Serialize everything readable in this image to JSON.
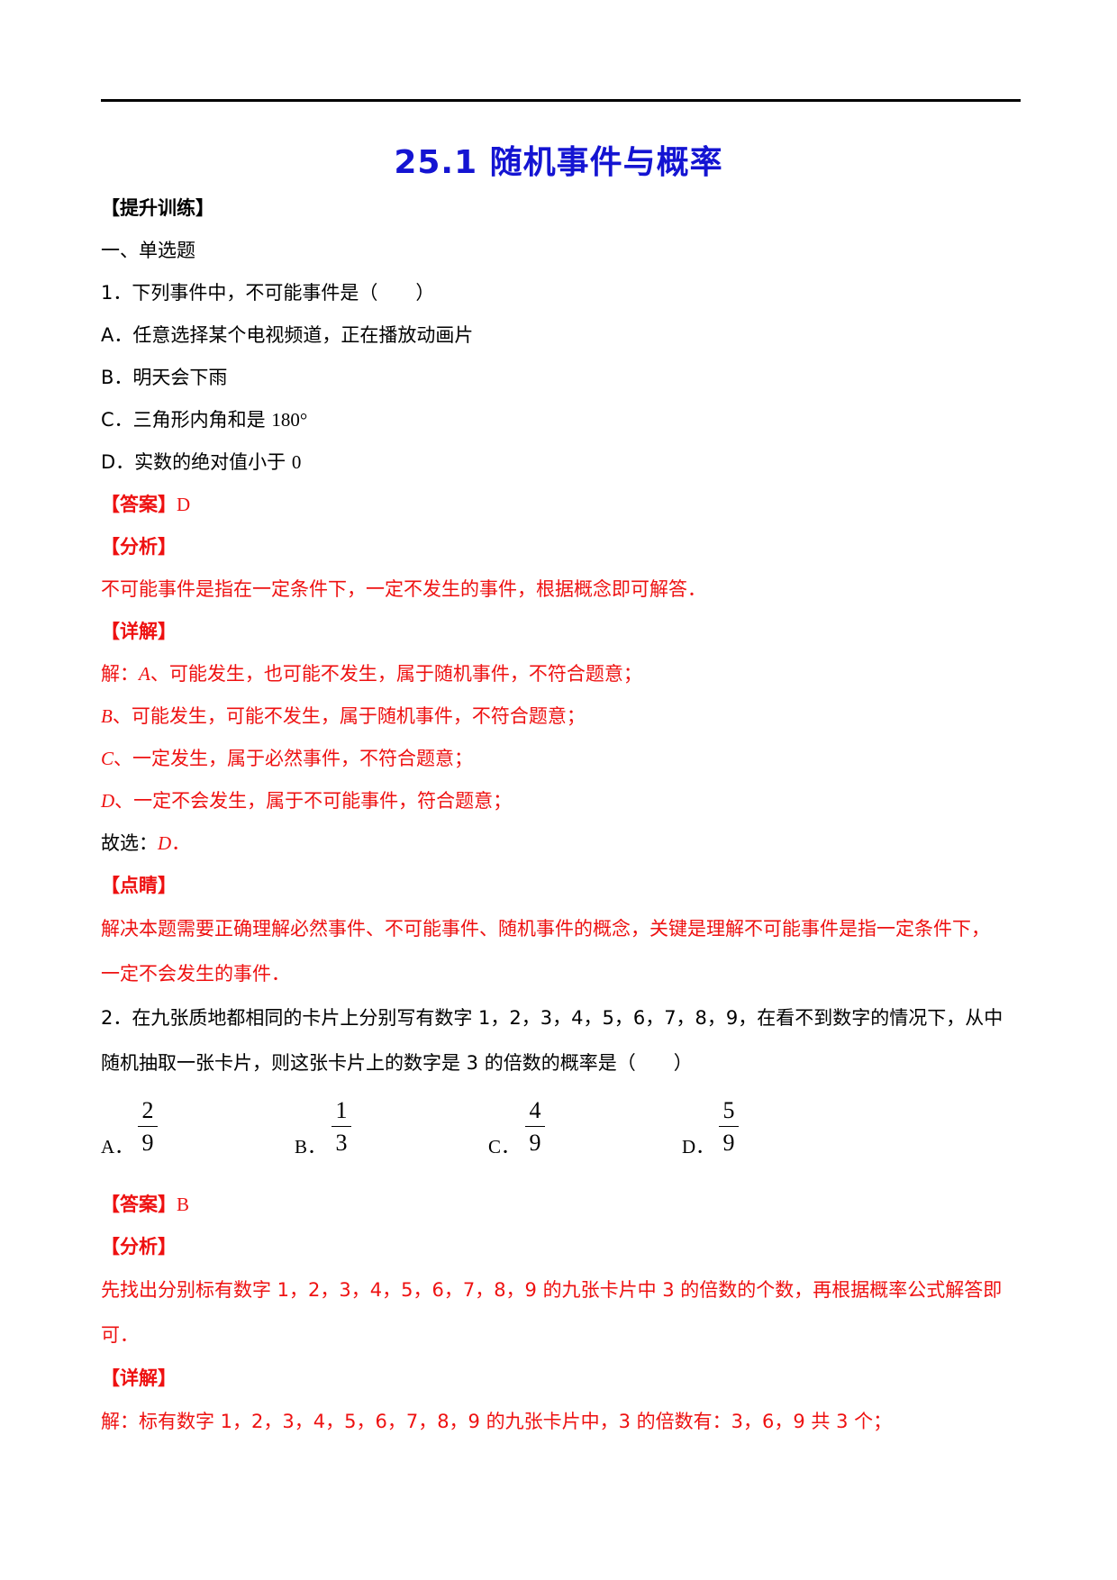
{
  "title": "25.1 随机事件与概率",
  "section_tag": "【提升训练】",
  "section_heading": "一、单选题",
  "q1": {
    "stem": "1．下列事件中，不可能事件是（　　）",
    "option_a": "A．任意选择某个电视频道，正在播放动画片",
    "option_b": "B．明天会下雨",
    "option_c_text": "C．三角形内角和是",
    "option_c_value": "180°",
    "option_d_text": "D．实数的绝对值小于",
    "option_d_value": "0",
    "answer_tag": "【答案】",
    "answer_value": "D",
    "analysis_tag": "【分析】",
    "analysis_text": "不可能事件是指在一定条件下，一定不发生的事件，根据概念即可解答．",
    "detail_tag": "【详解】",
    "detail_1_prefix": "解：",
    "detail_1_letter": "A",
    "detail_1_text": "、可能发生，也可能不发生，属于随机事件，不符合题意；",
    "detail_2_letter": "B",
    "detail_2_text": "、可能发生，可能不发生，属于随机事件，不符合题意；",
    "detail_3_letter": "C",
    "detail_3_text": "、一定发生，属于必然事件，不符合题意；",
    "detail_4_letter": "D",
    "detail_4_text": "、一定不会发生，属于不可能事件，符合题意；",
    "choose_prefix": "故选：",
    "choose_letter": "D",
    "choose_suffix": "．",
    "comment_tag": "【点睛】",
    "comment_line_1": "解决本题需要正确理解必然事件、不可能事件、随机事件的概念，关键是理解不可能事件是指一定条件下，",
    "comment_line_2": "一定不会发生的事件．"
  },
  "q2": {
    "stem_line_1": "2．在九张质地都相同的卡片上分别写有数字 1，2，3，4，5，6，7，8，9，在看不到数字的情况下，从中",
    "stem_line_2": "随机抽取一张卡片，则这张卡片上的数字是 3 的倍数的概率是（　　）",
    "options": [
      {
        "letter": "A．",
        "numerator": "2",
        "denominator": "9"
      },
      {
        "letter": "B．",
        "numerator": "1",
        "denominator": "3"
      },
      {
        "letter": "C．",
        "numerator": "4",
        "denominator": "9"
      },
      {
        "letter": "D．",
        "numerator": "5",
        "denominator": "9"
      }
    ],
    "answer_tag": "【答案】",
    "answer_value": "B",
    "analysis_tag": "【分析】",
    "analysis_line_1": "先找出分别标有数字 1，2，3，4，5，6，7，8，9 的九张卡片中 3 的倍数的个数，再根据概率公式解答即",
    "analysis_line_2": "可．",
    "detail_tag": "【详解】",
    "detail_line": "解：标有数字 1，2，3，4，5，6，7，8，9 的九张卡片中，3 的倍数有：3，6，9 共 3 个；"
  }
}
